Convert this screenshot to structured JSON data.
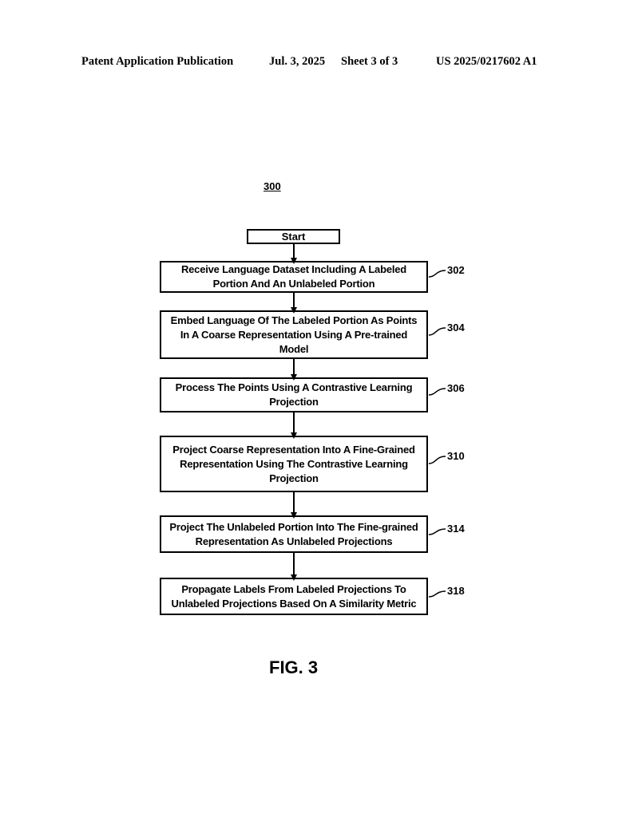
{
  "header": {
    "publication": "Patent Application Publication",
    "date": "Jul. 3, 2025",
    "sheet": "Sheet 3 of 3",
    "number": "US 2025/0217602 A1"
  },
  "diagram": {
    "ref": "300",
    "start": "Start",
    "steps": [
      {
        "ref": "302",
        "lines": [
          "Receive Language Dataset Including A Labeled",
          "Portion And An Unlabeled Portion"
        ]
      },
      {
        "ref": "304",
        "lines": [
          "Embed Language Of The Labeled Portion As Points",
          "In A Coarse Representation Using A Pre-trained",
          "Model"
        ]
      },
      {
        "ref": "306",
        "lines": [
          "Process The Points Using A Contrastive Learning",
          "Projection"
        ]
      },
      {
        "ref": "310",
        "lines": [
          "Project Coarse Representation Into A Fine-Grained",
          "Representation Using The Contrastive Learning",
          "Projection"
        ]
      },
      {
        "ref": "314",
        "lines": [
          "Project The Unlabeled Portion Into The Fine-grained",
          "Representation As Unlabeled Projections"
        ]
      },
      {
        "ref": "318",
        "lines": [
          "Propagate Labels From Labeled Projections To",
          "Unlabeled Projections Based On A Similarity Metric"
        ]
      }
    ],
    "figure_label": "FIG. 3"
  }
}
